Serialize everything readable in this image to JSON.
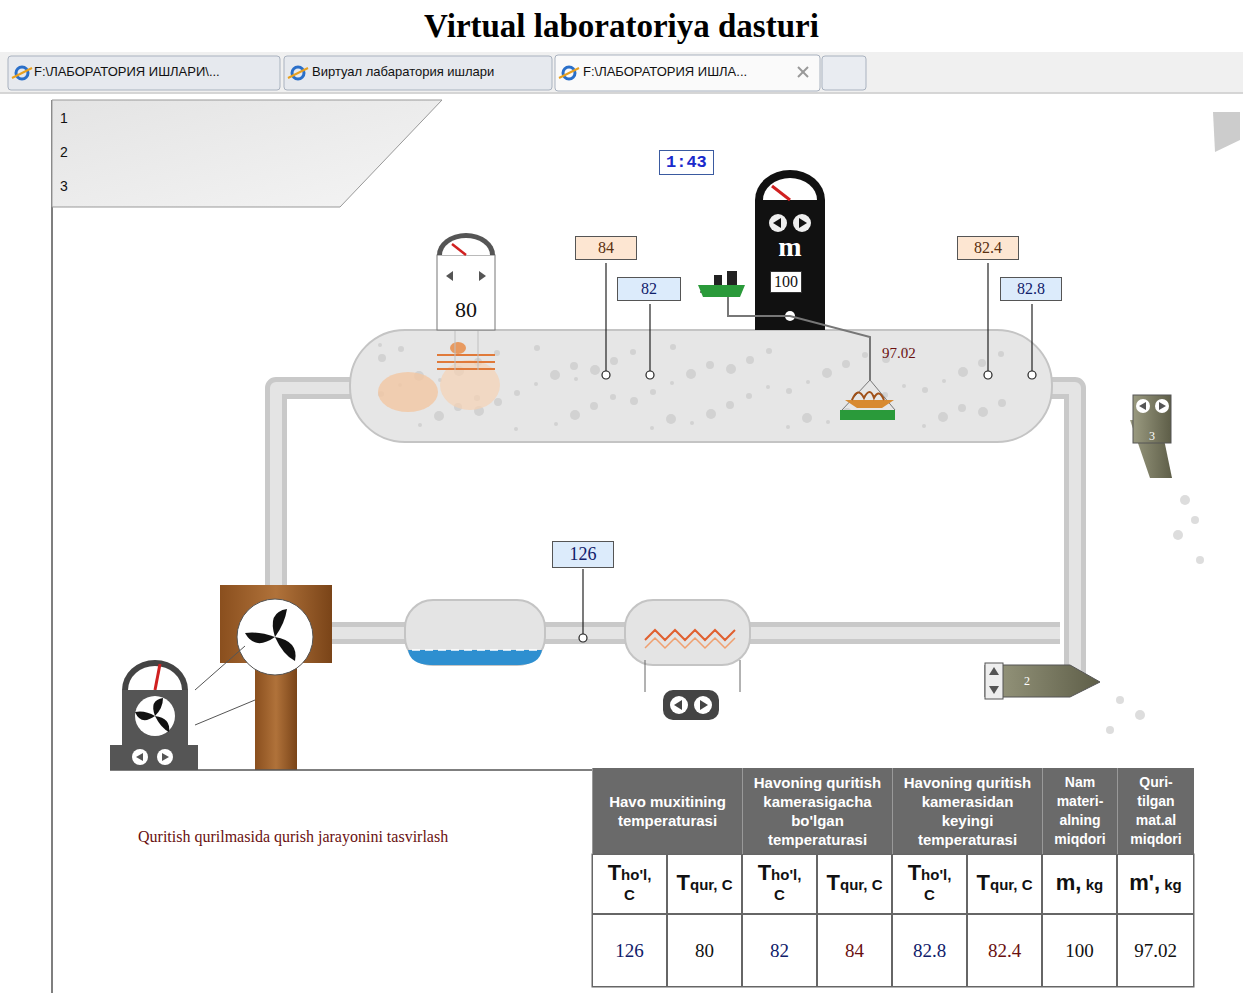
{
  "diagram": {
    "title": "Virtual laboratoriya dasturi",
    "caption": "Quritish qurilmasida qurish jarayonini tasvirlash",
    "nodes": [
      {
        "text": [
          "F:\\ЛАБОРАТОРИЯ ИШЛАРИ\\..."
        ]
      },
      {
        "text": [
          "Виртуал лабаратория ишлари"
        ]
      },
      {
        "text": [
          "F:\\ЛАБОРАТОРИЯ ИШЛА..."
        ]
      },
      {
        "text": [
          "1",
          "2",
          "3"
        ]
      },
      {
        "text": [
          "1:43"
        ]
      },
      {
        "text": [
          "80"
        ]
      },
      {
        "text": [
          "m",
          "100"
        ]
      },
      {
        "text": [
          "84"
        ]
      },
      {
        "text": [
          "82"
        ]
      },
      {
        "text": [
          "82.4"
        ]
      },
      {
        "text": [
          "82.8"
        ]
      },
      {
        "text": [
          "126"
        ]
      },
      {
        "text": [
          "3"
        ]
      },
      {
        "text": [
          "2"
        ]
      }
    ],
    "labels": [
      "97.02",
      "Havo muxitining temperaturasi",
      "Havoning quritish kamerasigacha bo'lgan temperaturasi",
      "Havoning quritish kamerasidan keyingi temperaturasi",
      "Nam materi- alning miqdori",
      "Quri- tilgan mat.al miqdori",
      "Tho'l, C",
      "Tqur, C",
      "Tho'l, C",
      "Tqur, C",
      "Tho'l, C",
      "Tqur, C",
      "m, kg",
      "m', kg",
      "126",
      "80",
      "82",
      "84",
      "82.8",
      "82.4",
      "100",
      "97.02"
    ]
  }
}
